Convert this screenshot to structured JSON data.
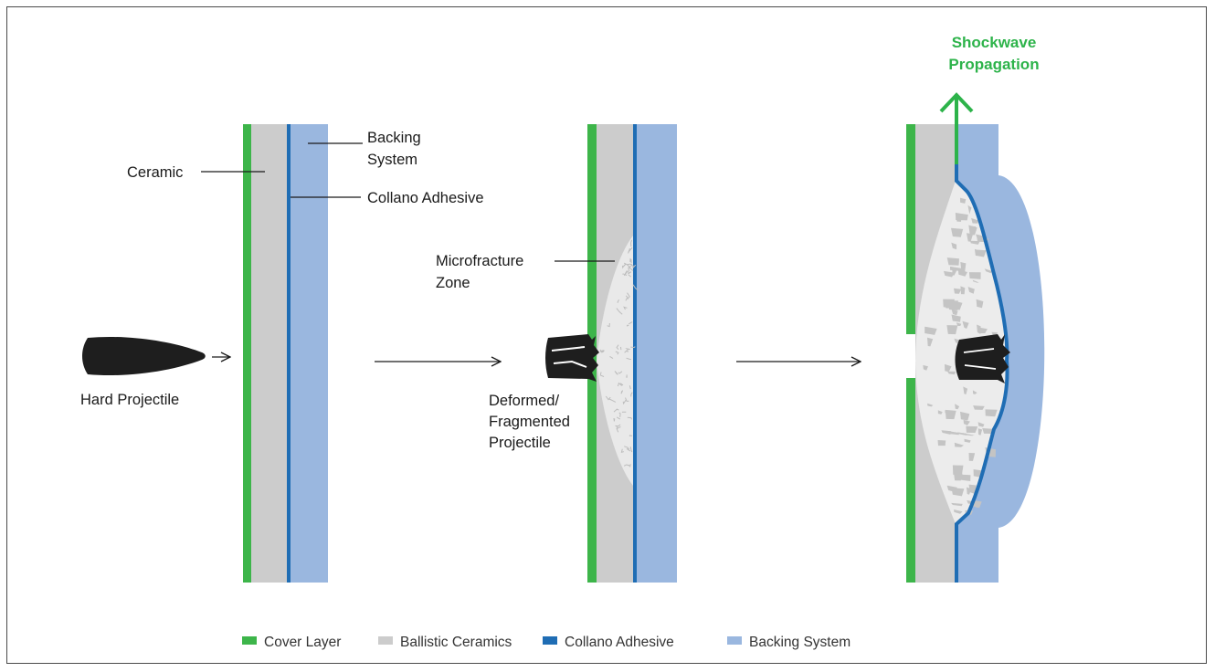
{
  "colors": {
    "cover_layer": "#3db54a",
    "ceramics": "#cccccc",
    "adhesive": "#1f6db4",
    "backing": "#9ab7df",
    "projectile": "#1e1e1e",
    "shockwave": "#2db34a"
  },
  "labels": {
    "ceramic": "Ceramic",
    "backing_line1": "Backing",
    "backing_line2": "System",
    "collano_adhesive": "Collano Adhesive",
    "hard_projectile": "Hard Projectile",
    "microfracture_line1": "Microfracture",
    "microfracture_line2": "Zone",
    "deformed_line1": "Deformed/",
    "deformed_line2": "Fragmented",
    "deformed_line3": "Projectile",
    "shockwave_line1": "Shockwave",
    "shockwave_line2": "Propagation"
  },
  "legend": [
    {
      "label": "Cover Layer",
      "color": "#3db54a"
    },
    {
      "label": "Ballistic Ceramics",
      "color": "#cccccc"
    },
    {
      "label": "Collano Adhesive",
      "color": "#1f6db4"
    },
    {
      "label": "Backing System",
      "color": "#9ab7df"
    }
  ]
}
